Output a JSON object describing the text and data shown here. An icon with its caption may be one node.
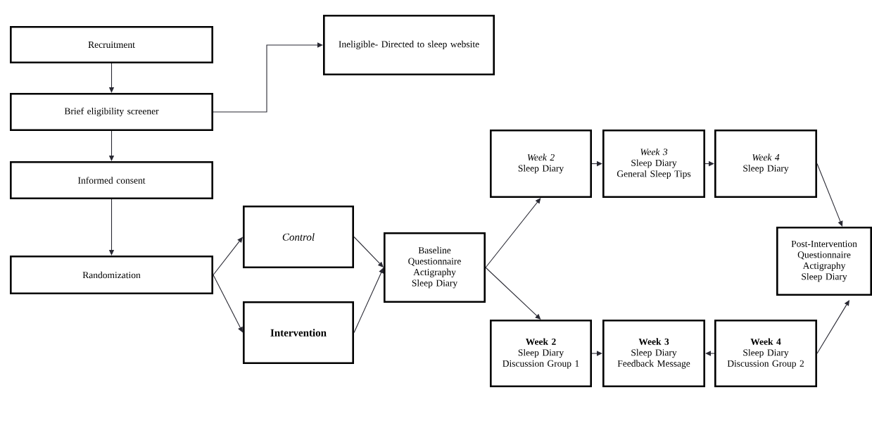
{
  "diagram": {
    "nodes": [
      {
        "text": [
          "Recruitment"
        ]
      },
      {
        "text": [
          "Ineligible- Directed to sleep website"
        ]
      },
      {
        "text": [
          "Brief eligibility screener"
        ]
      },
      {
        "text": [
          "Informed consent"
        ]
      },
      {
        "text": [
          "Randomization"
        ]
      },
      {
        "text": [
          "Control"
        ]
      },
      {
        "text": [
          "Intervention"
        ]
      },
      {
        "text": [
          "Baseline",
          "Questionnaire",
          "Actigraphy",
          "Sleep Diary"
        ]
      },
      {
        "text": [
          "Week 2",
          "Sleep Diary"
        ]
      },
      {
        "text": [
          "Week 3",
          "Sleep Diary",
          "General Sleep Tips"
        ]
      },
      {
        "text": [
          "Week 4",
          "Sleep Diary"
        ]
      },
      {
        "text": [
          "Post-Intervention",
          "Questionnaire",
          "Actigraphy",
          "Sleep Diary"
        ]
      },
      {
        "text": [
          "Week 2",
          "Sleep Diary",
          "Discussion Group 1"
        ]
      },
      {
        "text": [
          "Week 3",
          "Sleep Diary",
          "Feedback Message"
        ]
      },
      {
        "text": [
          "Week 4",
          "Sleep Diary",
          "Discussion Group 2"
        ]
      }
    ],
    "edges": [
      {
        "from": 0,
        "to": 2,
        "arrow": "to"
      },
      {
        "from": 2,
        "to": 1,
        "arrow": "to"
      },
      {
        "from": 2,
        "to": 3,
        "arrow": "to"
      },
      {
        "from": 3,
        "to": 4,
        "arrow": "to"
      },
      {
        "from": 4,
        "to": 5,
        "arrow": "to"
      },
      {
        "from": 4,
        "to": 6,
        "arrow": "to"
      },
      {
        "from": 5,
        "to": 7,
        "arrow": "to"
      },
      {
        "from": 6,
        "to": 7,
        "arrow": "to"
      },
      {
        "from": 7,
        "to": 8,
        "arrow": "to"
      },
      {
        "from": 7,
        "to": 12,
        "arrow": "to"
      },
      {
        "from": 8,
        "to": 9,
        "arrow": "to"
      },
      {
        "from": 9,
        "to": 10,
        "arrow": "to"
      },
      {
        "from": 10,
        "to": 11,
        "arrow": "to"
      },
      {
        "from": 12,
        "to": 13,
        "arrow": "to"
      },
      {
        "from": 14,
        "to": 13,
        "arrow": "to"
      },
      {
        "from": 14,
        "to": 11,
        "arrow": "to"
      }
    ]
  }
}
